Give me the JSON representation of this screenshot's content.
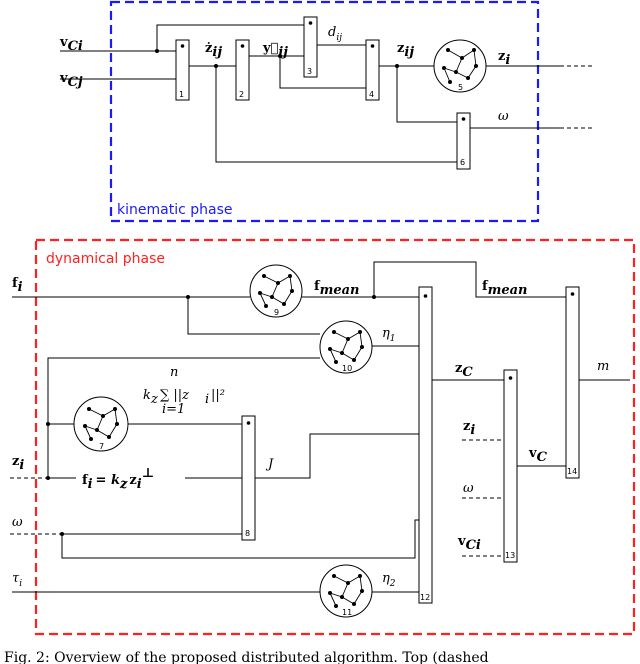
{
  "colors": {
    "kinematic": "#1a1aff",
    "dynamical": "#ff2020",
    "signal_blue": "#1a1aff",
    "signal_red": "#e00000"
  },
  "kinematic": {
    "title": "kinematic phase",
    "inputs": [
      "v",
      "v"
    ],
    "input_subs": [
      "Ci",
      "Cj"
    ],
    "labels": {
      "zdot": "ż",
      "zdot_sub": "ij",
      "y": "y⃗",
      "y_sub": "ij",
      "d": "d",
      "d_sub": "ij",
      "z": "z",
      "z_sub": "ij"
    },
    "outputs": {
      "zi": "z",
      "zi_sub": "i",
      "omega": "ω"
    },
    "blocks": [
      "1",
      "2",
      "3",
      "4",
      "5",
      "6"
    ]
  },
  "dynamical": {
    "title": "dynamical phase",
    "inputs": {
      "f": "f",
      "f_sub": "i",
      "z": "z",
      "z_sub": "i",
      "omega": "ω",
      "tau": "τ",
      "tau_sub": "i"
    },
    "labels": {
      "fmean": "f",
      "fmean_sub": "mean",
      "eta1": "η",
      "eta1_sub": "1",
      "eta2": "η",
      "eta2_sub": "2",
      "sum_top": "n",
      "sum_expr": "k",
      "sum_expr_sub": "z",
      "sum_body": "∑ ||z",
      "sum_body_sub": "i",
      "sum_tail": "||²",
      "sum_bottom": "i=1",
      "fi_eq": "f",
      "fi_eq_sub": "i",
      "fi_eq_rhs": "= k",
      "fi_eq_rhs_sub": "z",
      "fi_eq_z": "z",
      "fi_eq_z_sub": "i",
      "fi_eq_sup": "⊥",
      "J": "J",
      "zC": "z",
      "zC_sub": "C",
      "vC": "v",
      "vC_sub": "C",
      "zi2": "z",
      "zi2_sub": "i",
      "omega2": "ω",
      "vCi": "v",
      "vCi_sub": "Ci",
      "fmean2": "f",
      "fmean2_sub": "mean",
      "m": "m"
    },
    "blocks": [
      "7",
      "8",
      "9",
      "10",
      "11",
      "12",
      "13",
      "14"
    ]
  },
  "caption": "Fig. 2: Overview of the proposed distributed algorithm. Top (dashed"
}
